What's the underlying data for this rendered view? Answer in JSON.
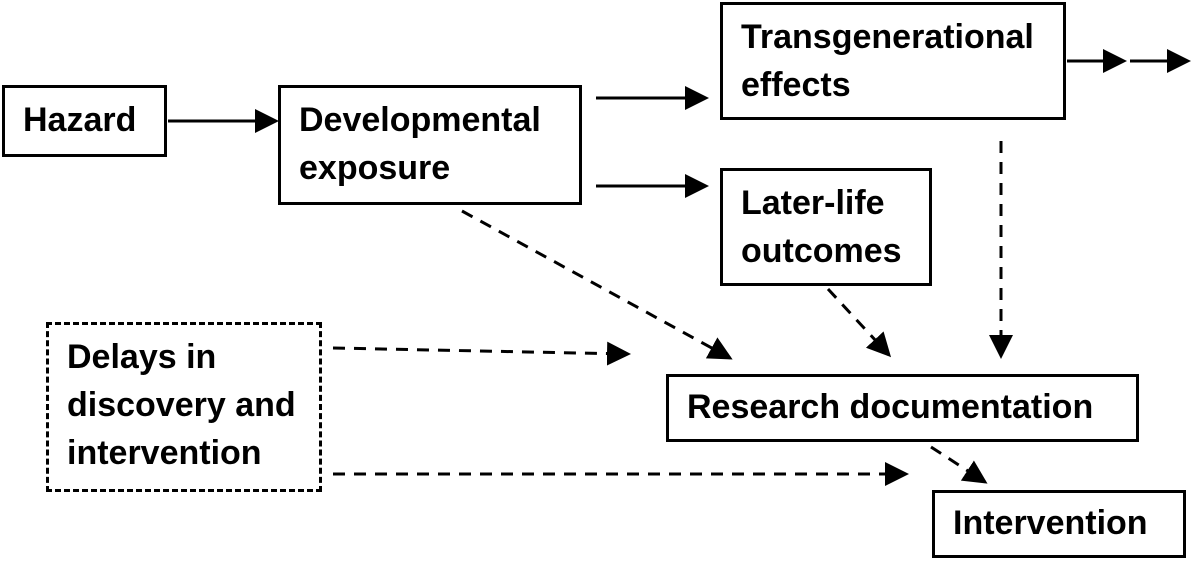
{
  "nodes": {
    "hazard": {
      "lines": [
        "Hazard"
      ]
    },
    "developmental_exposure": {
      "lines": [
        "Developmental",
        "exposure"
      ]
    },
    "transgenerational_effects": {
      "lines": [
        "Transgenerational",
        "effects"
      ]
    },
    "later_life_outcomes": {
      "lines": [
        "Later-life",
        "outcomes"
      ]
    },
    "delays": {
      "lines": [
        "Delays in",
        "discovery and",
        "intervention"
      ]
    },
    "research_documentation": {
      "lines": [
        "Research documentation"
      ]
    },
    "intervention": {
      "lines": [
        "Intervention"
      ]
    }
  }
}
